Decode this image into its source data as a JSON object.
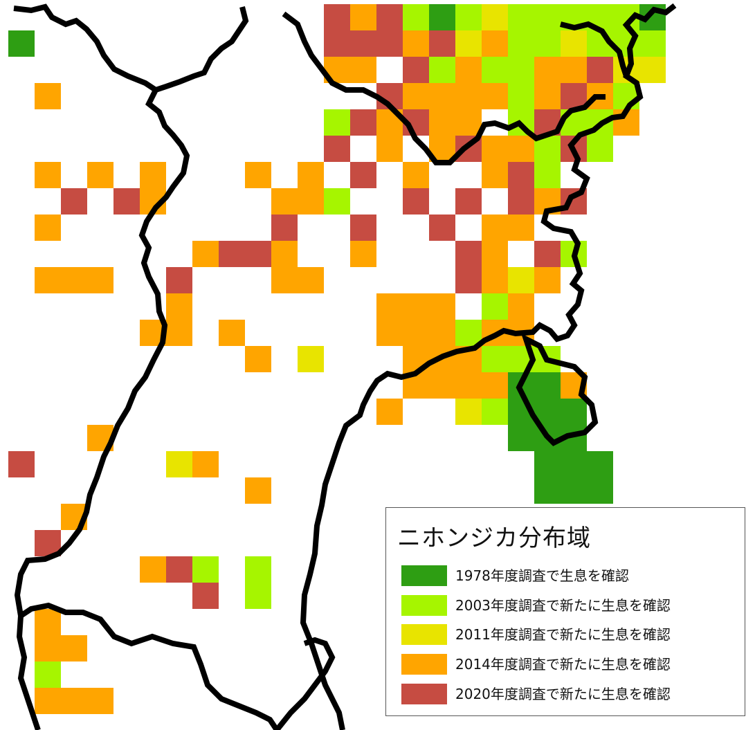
{
  "legend": {
    "title": "ニホンジカ分布域",
    "items": [
      {
        "label": "1978年度調査で生息を確認",
        "color": "#2e9e13"
      },
      {
        "label": "2003年度調査で新たに生息を確認",
        "color": "#a6f500"
      },
      {
        "label": "2011年度調査で新たに生息を確認",
        "color": "#e8e400"
      },
      {
        "label": "2014年度調査で新たに生息を確認",
        "color": "#ffa500"
      },
      {
        "label": "2020年度調査で新たに生息を確認",
        "color": "#c64c42"
      }
    ]
  },
  "map_style": {
    "boundary_color": "#000000",
    "background": "#ffffff"
  }
}
